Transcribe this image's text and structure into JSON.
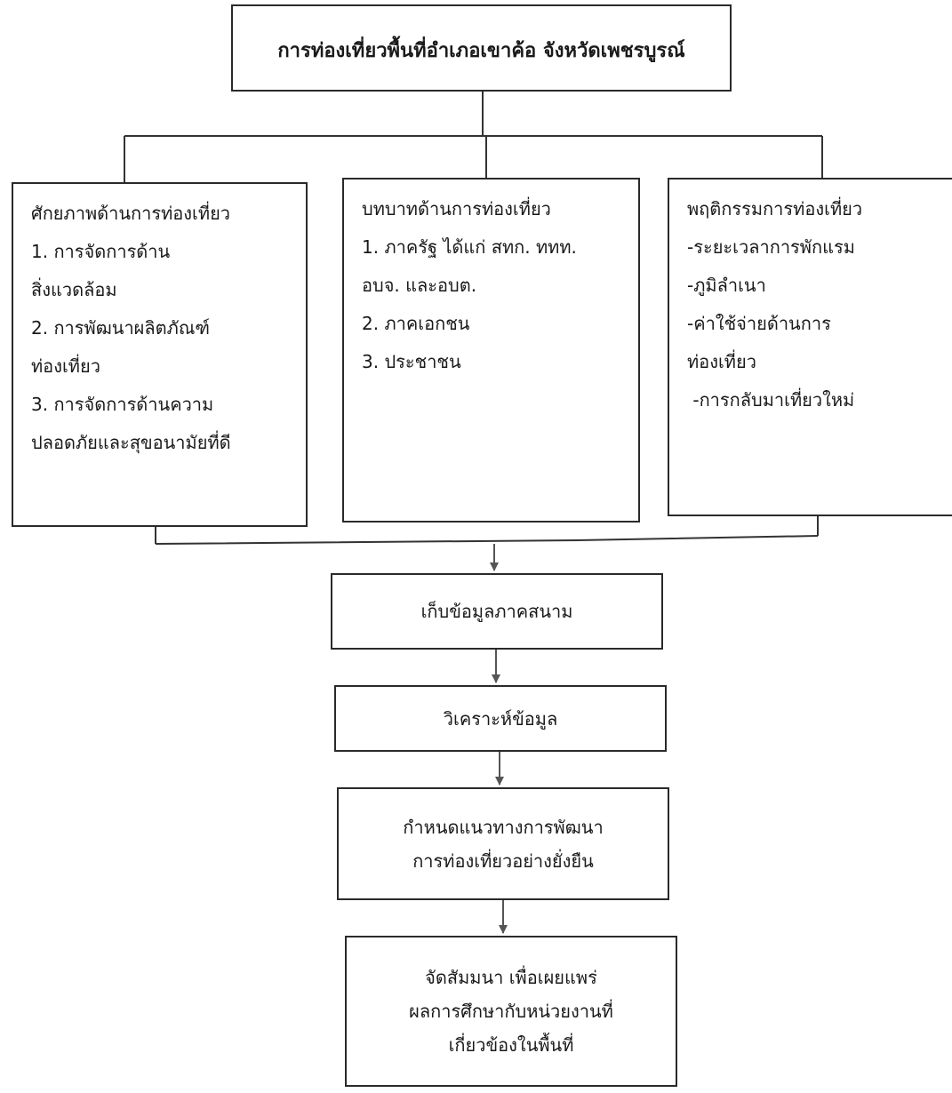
{
  "title": "การท่องเที่ยวพื้นที่อำเภอเขาค้อ จังหวัดเพชรบูรณ์",
  "columns": [
    {
      "heading": "ศักยภาพด้านการท่องเที่ยว",
      "lines": [
        "1. การจัดการด้าน",
        "สิ่งแวดล้อม",
        "2. การพัฒนาผลิตภัณฑ์",
        "ท่องเที่ยว",
        "3. การจัดการด้านความ",
        "ปลอดภัยและสุขอนามัยที่ดี"
      ]
    },
    {
      "heading": "บทบาทด้านการท่องเที่ยว",
      "lines": [
        "1. ภาครัฐ ได้แก่ สทก. ททท.",
        "อบจ. และอบต.",
        "2. ภาคเอกชน",
        "3. ประชาชน"
      ]
    },
    {
      "heading": "พฤติกรรมการท่องเที่ยว",
      "lines": [
        "-ระยะเวลาการพักแรม",
        "-ภูมิลำเนา",
        "-ค่าใช้จ่ายด้านการ",
        "ท่องเที่ยว",
        " -การกลับมาเที่ยวใหม่"
      ]
    }
  ],
  "steps": [
    {
      "lines": [
        "เก็บข้อมูลภาคสนาม"
      ]
    },
    {
      "lines": [
        "วิเคราะห์ข้อมูล"
      ]
    },
    {
      "lines": [
        "กำหนดแนวทางการพัฒนา",
        "การท่องเที่ยวอย่างยั่งยืน"
      ]
    },
    {
      "lines": [
        "จัดสัมมนา เพื่อเผยแพร่",
        "ผลการศึกษากับหน่วยงานที่",
        "เกี่ยวข้องในพื้นที่"
      ]
    }
  ]
}
